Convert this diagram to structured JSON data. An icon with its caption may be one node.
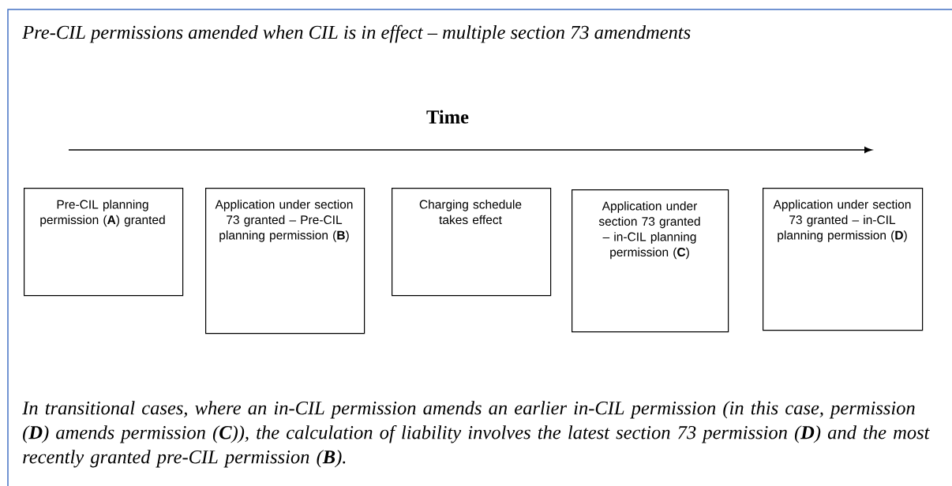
{
  "diagram": {
    "title": "Pre-CIL permissions amended when CIL is in effect – multiple section 73 amendments",
    "caption": "In transitional cases, where an in-CIL permission amends an earlier in-CIL permission (in this case, permission (**D**) amends permission (**C**)), the calculation of liability involves the latest section 73 permission (**D**) and the most recently granted pre-CIL permission (**B**).",
    "nodes": [
      {
        "text": [
          "Pre-CIL planning permission (**A**) granted"
        ]
      },
      {
        "text": [
          "Application under section 73 granted – Pre-CIL planning permission (**B**)"
        ]
      },
      {
        "text": [
          "Charging schedule takes effect"
        ]
      },
      {
        "text": [
          "Application under section 73 granted – in-CIL planning permission (**C**)"
        ]
      },
      {
        "text": [
          "Application under section 73 granted – in-CIL planning permission (**D**)"
        ]
      }
    ],
    "labels": [
      "Time"
    ]
  }
}
